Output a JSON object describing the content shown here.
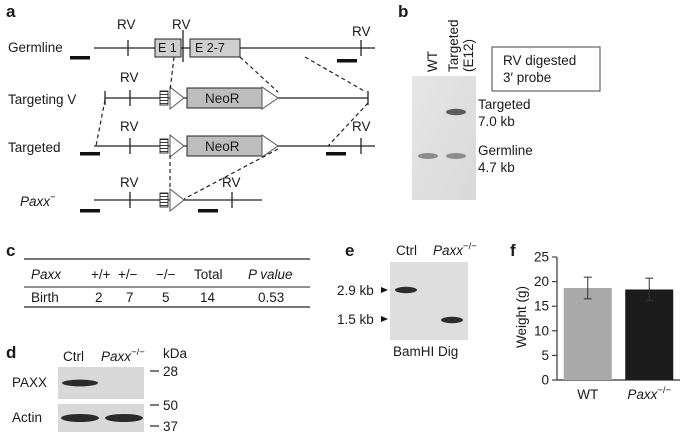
{
  "panels": {
    "a": {
      "letter": "a",
      "rows": [
        {
          "label": "Germline",
          "label_sup": ""
        },
        {
          "label": "Targeting V",
          "label_sup": ""
        },
        {
          "label": "Targeted",
          "label_sup": ""
        },
        {
          "label": "Paxx",
          "label_sup": "−"
        }
      ],
      "site": "RV",
      "exon1": "E 1",
      "exon27": "E 2-7",
      "neo": "NeoR"
    },
    "b": {
      "letter": "b",
      "lanes": [
        "WT",
        "Targeted",
        "(E12)"
      ],
      "box_line1": "RV digested",
      "box_line2": "3′ probe",
      "band1_name": "Targeted",
      "band1_size": "7.0 kb",
      "band2_name": "Germline",
      "band2_size": "4.7 kb"
    },
    "c": {
      "letter": "c",
      "headers": [
        "Paxx",
        "+/+",
        "+/−",
        "−/−",
        "Total",
        "P value"
      ],
      "row": [
        "Birth",
        "2",
        "7",
        "5",
        "14",
        "0.53"
      ]
    },
    "d": {
      "letter": "d",
      "lane_ctrl": "Ctrl",
      "lane_ko": "Paxx",
      "lane_ko_sup": "−/−",
      "kda": "kDa",
      "markers": [
        "28",
        "50",
        "37"
      ],
      "protein1": "PAXX",
      "protein2": "Actin"
    },
    "e": {
      "letter": "e",
      "lane_ctrl": "Ctrl",
      "lane_ko": "Paxx",
      "lane_ko_sup": "−/−",
      "size1": "2.9 kb",
      "size2": "1.5 kb",
      "caption": "BamHI Dig"
    },
    "f": {
      "letter": "f",
      "ylabel": "Weight (g)",
      "ko_sup": "−/−"
    }
  },
  "chart_data": {
    "type": "bar",
    "categories": [
      "WT",
      "Paxx"
    ],
    "values": [
      18.7,
      18.4
    ],
    "errors": [
      2.2,
      2.3
    ],
    "colors": [
      "#a9a9a9",
      "#1c1c1c"
    ],
    "ylabel": "Weight (g)",
    "ylim": [
      0,
      25
    ],
    "yticks": [
      0,
      5,
      10,
      15,
      20,
      25
    ],
    "grid": false,
    "legend": "none"
  }
}
